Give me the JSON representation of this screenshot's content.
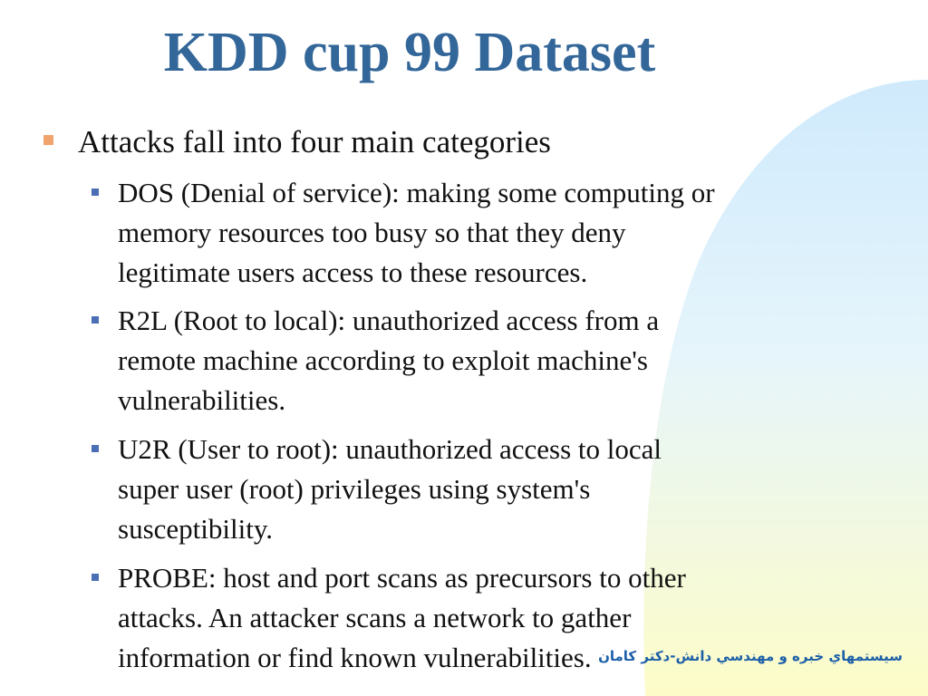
{
  "slide": {
    "title": "KDD cup 99 Dataset",
    "main_point": "Attacks fall into four main categories",
    "items": [
      {
        "lines": [
          "DOS (Denial of service): making some computing or",
          "memory resources too busy so that they deny",
          "legitimate users access to these resources."
        ]
      },
      {
        "lines": [
          "R2L (Root to local): unauthorized access from a",
          "remote machine according to exploit machine's",
          "vulnerabilities."
        ]
      },
      {
        "lines": [
          "U2R (User to root):  unauthorized access to local",
          "super user (root) privileges using system's",
          "susceptibility."
        ]
      },
      {
        "lines": [
          "PROBE: host and port scans as precursors to other",
          "attacks. An attacker scans a network to gather",
          "information or find known vulnerabilities."
        ]
      }
    ],
    "footer": "سيستمهاي خبره و مهندسي دانش-دکتر کامان"
  },
  "colors": {
    "title": "#336699",
    "main_bullet": "#f0a36c",
    "sub_bullet": "#4a6fb5",
    "footer_text": "#1c5fa8",
    "accent_blue": "#cfeafc",
    "accent_yellow": "#fdfcc8"
  }
}
